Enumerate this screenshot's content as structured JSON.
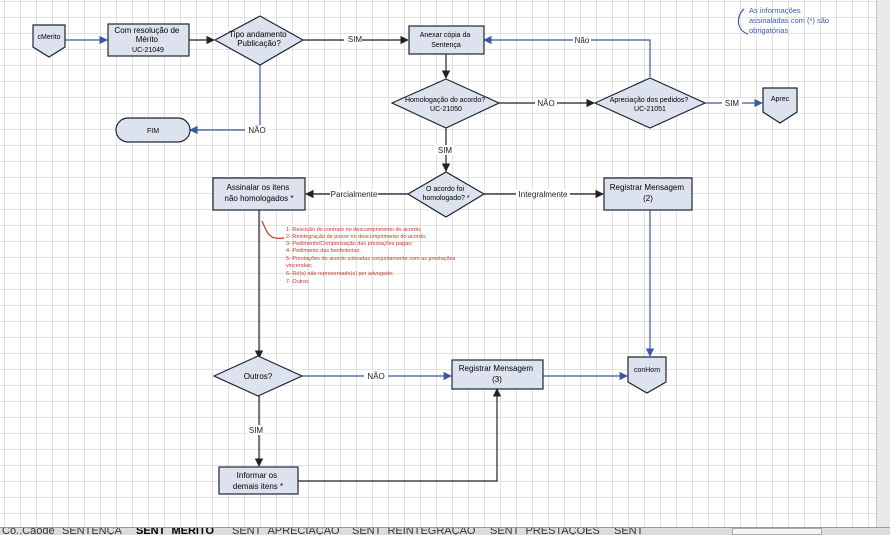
{
  "colors": {
    "shape_fill": "#dce3ee",
    "shape_stroke": "#1e2633",
    "connector_blue": "#3b5ba8",
    "connector_dark": "#333333",
    "note_red": "#c0392b",
    "note_blue": "#3b5ba8",
    "grid": "#c7c7c7"
  },
  "diagram": {
    "nodes": {
      "c_merito": "cMerito",
      "com_resolucao": [
        "Com resolução de",
        "Mérito",
        "UC-21049"
      ],
      "tipo_andamento": [
        "Tipo andamento",
        "Publicação?"
      ],
      "fim": "FIM",
      "anexar_copia": [
        "Anexar cópia da",
        "Sentença"
      ],
      "homologacao": [
        "Homologação do acordo?",
        "UC-21050"
      ],
      "apreciacao": [
        "Apreciação dos pedidos?",
        "UC-21051"
      ],
      "aprec": "Aprec",
      "acordo_homologado": [
        "O acordo foi",
        "homologado? *"
      ],
      "assinalar_itens": [
        "Assinalar os itens",
        "não homologados *"
      ],
      "registrar_msg_2": [
        "Registrar Mensagem",
        "(2)"
      ],
      "outros": "Outros?",
      "registrar_msg_3": [
        "Registrar Mensagem",
        "(3)"
      ],
      "con_hom": "conHom",
      "informar_itens": [
        "Informar os",
        "demais itens *"
      ]
    },
    "edge_labels": {
      "sim_1": "SIM",
      "nao_1": "NÃO",
      "nao_2": "Não",
      "nao_3": "NÃO",
      "sim_2": "SIM",
      "sim_3": "SIM",
      "parcialmente": "Parcialmente",
      "integralmente": "Integralmente",
      "nao_4": "NÃO",
      "sim_4": "SIM"
    },
    "note_required": [
      "As informações",
      "assinaladas com (*) são",
      "obrigatórias"
    ],
    "reasons_list": [
      "1- Rescisão do contrato no descumprimento do acordo;",
      "2- Reintegração de posse no descumprimento do acordo;",
      "3- Pedimento/Compensação das prestações pagas;",
      "4- Pedimento das benfeitorias;",
      "5- Prestações do acordo cobradas conjuntamente com as prestações",
      "vincendas;",
      "6- Ré(s) não representado(s) por advogado;",
      "7- Outros"
    ]
  },
  "tabs": [
    "Co..Caode",
    "SENTENÇA",
    "SENT_MERITO",
    "SENT_APRECIAÇAO",
    "SENT_REINTEGRAÇAO",
    "SENT_PRESTAÇOES",
    "SENT"
  ]
}
